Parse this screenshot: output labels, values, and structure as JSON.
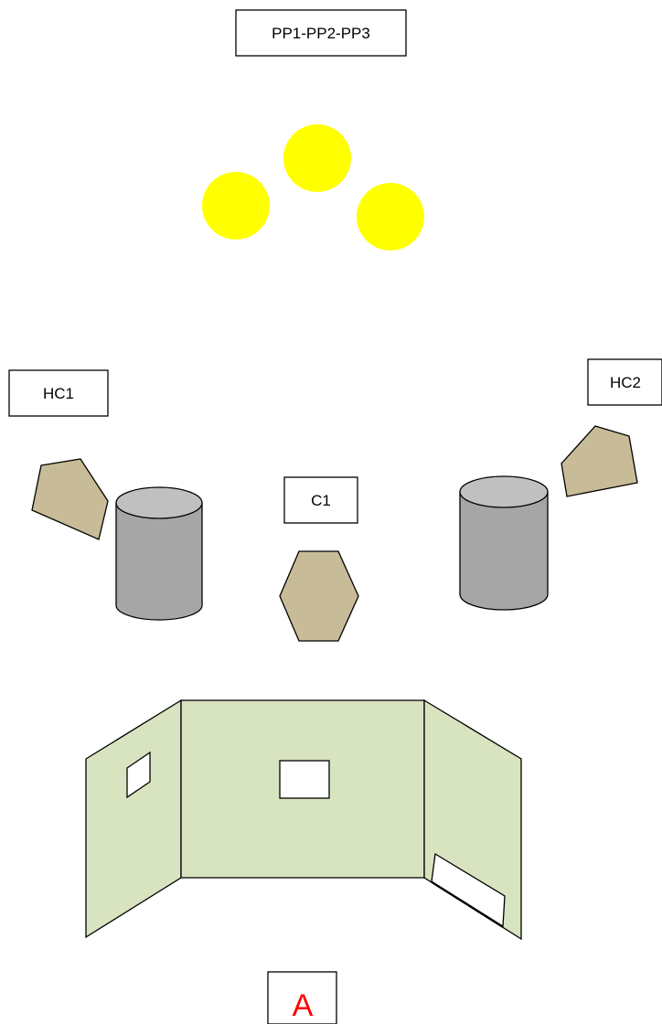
{
  "labels": {
    "pp_group": "PP1-PP2-PP3",
    "hc1": "HC1",
    "hc2": "HC2",
    "c1": "C1",
    "marker": "A"
  },
  "colors": {
    "sphere": "#ffff00",
    "hexagon": "#c8bc98",
    "cylinder_body": "#a6a6a6",
    "cylinder_top": "#c0c0c0",
    "panel": "#d8e3bf",
    "marker_text": "#ff0000",
    "outline": "#000000",
    "background": "#ffffff"
  },
  "icons": {
    "spheres": "yellow-circle",
    "hc_shapes": "tan-pentagon",
    "c1_shape": "tan-hexagon",
    "cylinders": "grey-cylinder",
    "panels": "three-panel-wall"
  }
}
